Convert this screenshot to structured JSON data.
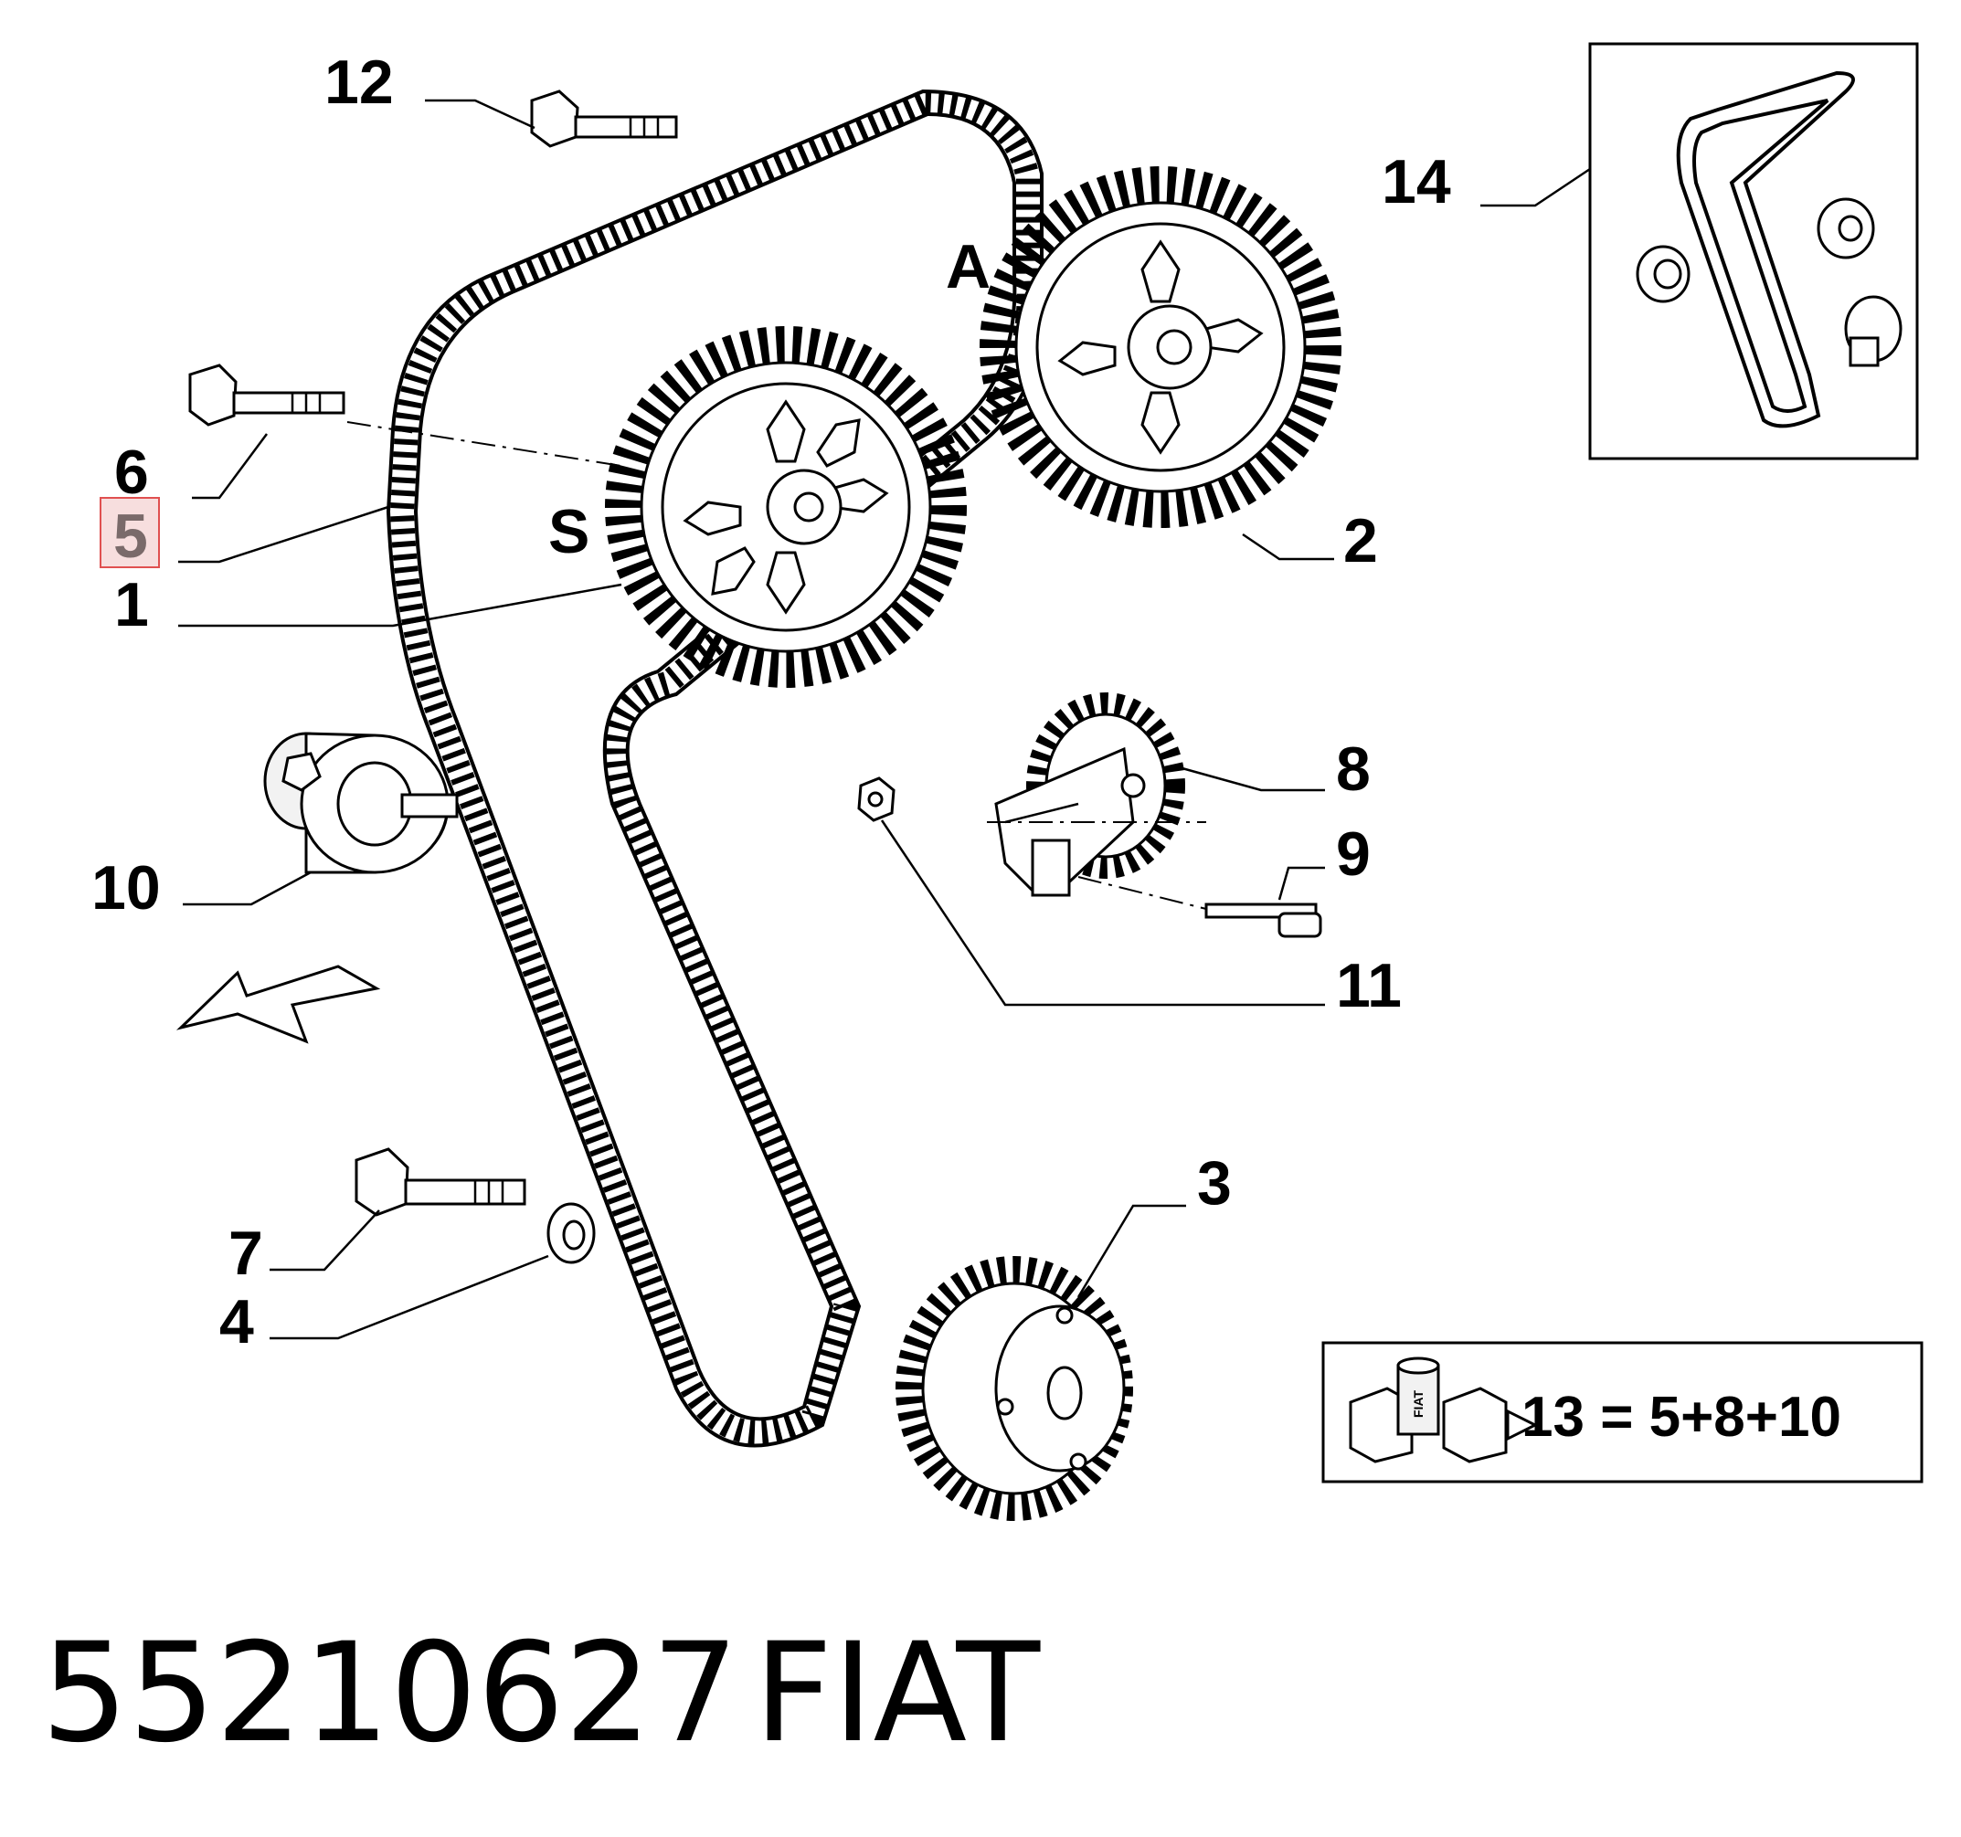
{
  "callouts": {
    "c1": "1",
    "c2": "2",
    "c3": "3",
    "c4": "4",
    "c5": "5",
    "c6": "6",
    "c7": "7",
    "c8": "8",
    "c9": "9",
    "c10": "10",
    "c11": "11",
    "c12": "12",
    "c14": "14"
  },
  "zones": {
    "a": "A",
    "s": "S"
  },
  "kit": {
    "formula": "13 = 5+8+10",
    "badge_text": "FIAT"
  },
  "footer": {
    "part_number": "55210627",
    "brand": "FIAT"
  },
  "highlight": {
    "callout": "5",
    "color": "#e05050"
  }
}
